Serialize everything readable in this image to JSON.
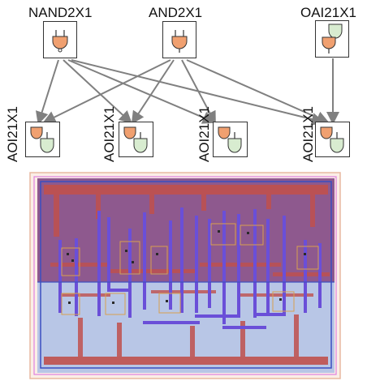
{
  "top_cells": [
    {
      "label": "NAND2X1",
      "icon": "nand-gate-icon"
    },
    {
      "label": "AND2X1",
      "icon": "and-gate-icon"
    },
    {
      "label": "OAI21X1",
      "icon": "oai-gate-icon"
    }
  ],
  "bottom_cells": [
    {
      "label": "AOI21X1",
      "icon": "aoi-gate-icon"
    },
    {
      "label": "AOI21X1",
      "icon": "aoi-gate-icon"
    },
    {
      "label": "AOI21X1",
      "icon": "aoi-gate-icon"
    },
    {
      "label": "AOI21X1",
      "icon": "aoi-gate-icon"
    }
  ],
  "colors": {
    "gate_orange": "#f0a070",
    "gate_green": "#d8ecd0",
    "arrow": "#808080",
    "layout_purple": "#7a3e7e",
    "layout_blue": "#b8c6e6",
    "metal_red": "#c0504d",
    "metal_violet": "#6a4fd8"
  }
}
